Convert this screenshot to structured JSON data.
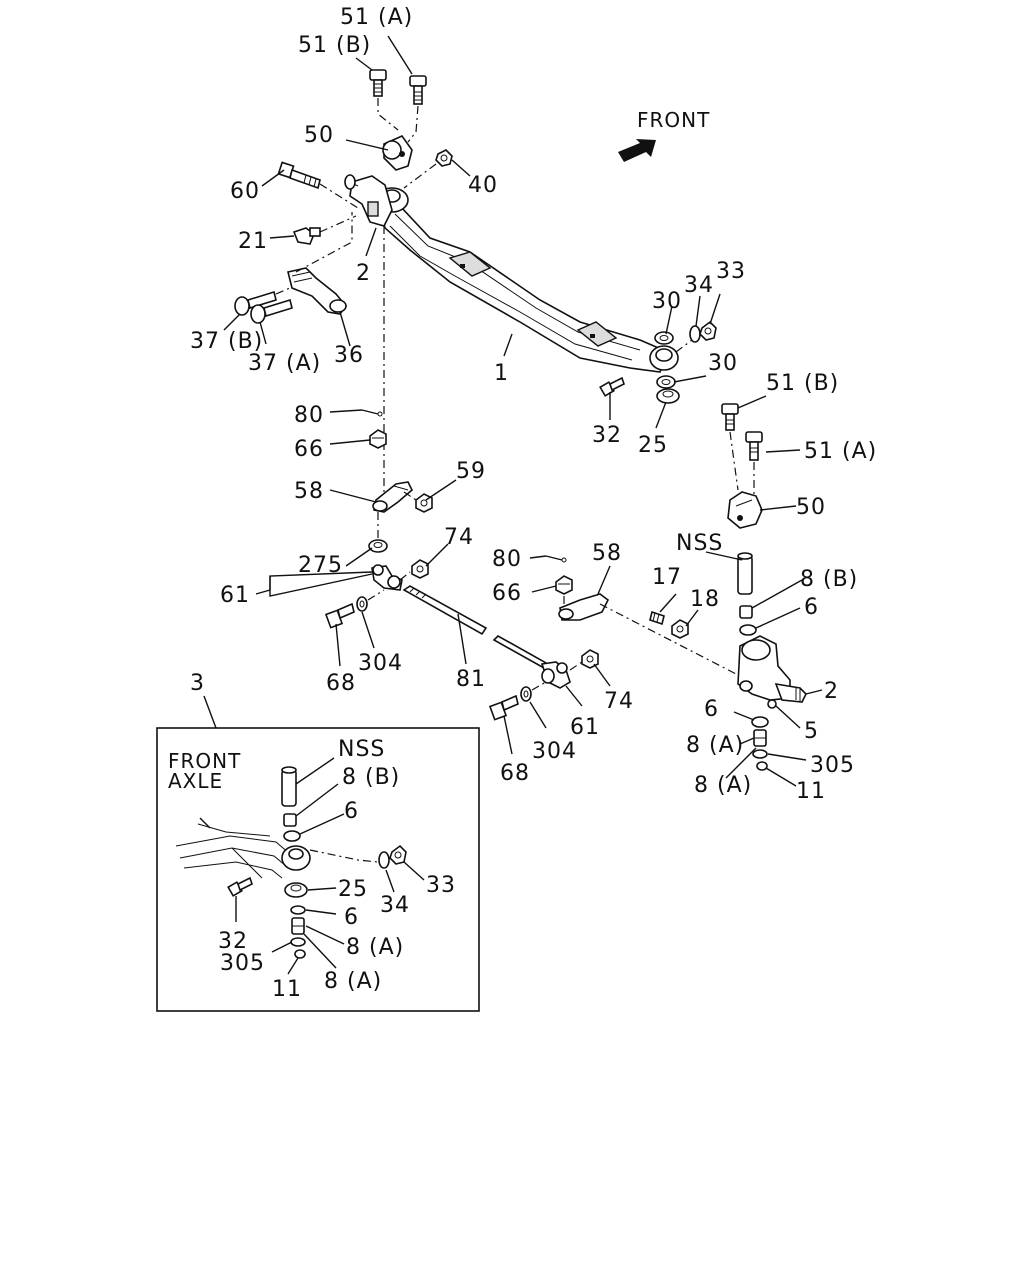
{
  "direction": {
    "label": "FRONT"
  },
  "inset": {
    "callout": "3",
    "caption_line1": "FRONT",
    "caption_line2": "AXLE"
  },
  "labels": {
    "p51a_top": "51 (A)",
    "p51b_top": "51 (B)",
    "p50_top": "50",
    "p40": "40",
    "p60": "60",
    "p21": "21",
    "p2_top": "2",
    "p37b": "37 (B)",
    "p37a": "37 (A)",
    "p36": "36",
    "p1": "1",
    "p30_a": "30",
    "p34_top": "34",
    "p33_top": "33",
    "p30_b": "30",
    "p32_top": "32",
    "p25_top": "25",
    "p51b_right": "51 (B)",
    "p51a_right": "51 (A)",
    "p50_right": "50",
    "p80_a": "80",
    "p66_a": "66",
    "p58_a": "58",
    "p59": "59",
    "p275": "275",
    "p74_a": "74",
    "p61_a": "61",
    "p68_a": "68",
    "p304_a": "304",
    "p81": "81",
    "p80_b": "80",
    "p58_b": "58",
    "p66_b": "66",
    "nss_right": "NSS",
    "p17": "17",
    "p18": "18",
    "p8b_right": "8 (B)",
    "p6_right_a": "6",
    "p2_right": "2",
    "p74_b": "74",
    "p61_b": "61",
    "p5": "5",
    "p6_right_b": "6",
    "p8a_right_a": "8 (A)",
    "p305_right": "305",
    "p8a_right_b": "8 (A)",
    "p11_right": "11",
    "p68_b": "68",
    "p304_b": "304",
    "nss_inset": "NSS",
    "p8b_inset": "8 (B)",
    "p6_inset_a": "6",
    "p25_inset": "25",
    "p34_inset": "34",
    "p33_inset": "33",
    "p32_inset": "32",
    "p6_inset_b": "6",
    "p8a_inset_a": "8 (A)",
    "p305_inset": "305",
    "p8a_inset_b": "8 (A)",
    "p11_inset": "11"
  }
}
